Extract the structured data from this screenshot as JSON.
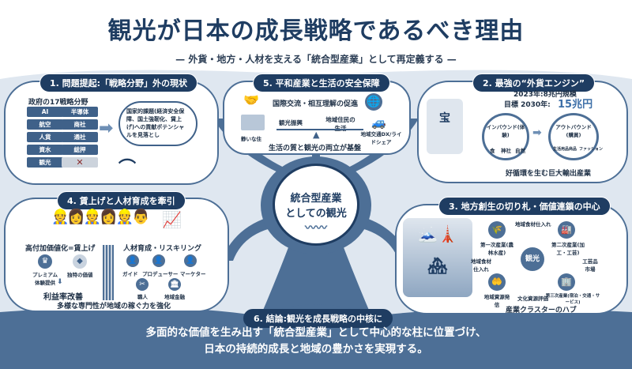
{
  "title": "観光が日本の成長戦略であるべき理由",
  "subtitle": "— 外貨・地方・人材を支える「統合型産業」として再定義する —",
  "center": {
    "line1": "統合型産業",
    "line2": "としての観光"
  },
  "panel1": {
    "header": "1. 問題提起:「戦略分野」外の現状",
    "list_title": "政府の17戦略分野",
    "tags": [
      "AI",
      "半導体",
      "航空",
      "商社",
      "人貨",
      "通社",
      "資水",
      "総押",
      "観光"
    ],
    "bubble": "国家的課題(経済安全保障、国土強靭化、賃上げ)への貢献ポテンシャルを見落とし"
  },
  "panel5": {
    "header": "5. 平和産業と生活の安全保障",
    "exchange": "国際交流・相互理解の促進",
    "left_scale": "観光振興",
    "right_scale": "地域住民の生活",
    "street": "静いな住",
    "car": "地域交通DX/ライドシェア",
    "footer": "生活の質と観光の両立が基盤"
  },
  "panel2": {
    "header": "2. 最強の“外貨エンジン”",
    "line2023": "2023年:8兆円規模",
    "target_label": "目標 2030年:",
    "target_value": "15兆円",
    "inbound": "インバウンド(体験)",
    "inbound_items": [
      "食",
      "神社",
      "自然"
    ],
    "outbound": "アウトバウンド(購買)",
    "outbound_items": [
      "生活用品",
      "商品",
      "ファッション"
    ],
    "footer": "好循環を生む巨大輸出産業",
    "ship_glyph": "宝"
  },
  "panel4": {
    "header": "4. 賃上げと人材育成を牽引",
    "left_title": "高付加価値化=賃上げ",
    "left_items": [
      "プレミアム体験提供",
      "独特の価値"
    ],
    "left_result": "利益率改善",
    "right_title": "人材育成・リスキリング",
    "roles": [
      "ガイド",
      "プロデューサー",
      "マーケター",
      "職人",
      "地域金融"
    ],
    "footer": "多様な専門性が地域の稼ぐ力を強化"
  },
  "panel3": {
    "header": "3. 地方創生の切り札・価値連鎖の中心",
    "hub": "観光",
    "nodes": [
      "第一次産業(農林水産)",
      "第二次産業(加工・工芸)",
      "地域資源発信",
      "第三次産業(宿泊・交通・サービス)"
    ],
    "links": [
      "地域食材仕入れ",
      "地域食材仕入れ",
      "工芸品市場",
      "文化資源評価"
    ],
    "footer": "産業クラスターのハブ"
  },
  "conclusion": {
    "header": "6. 結論:観光を成長戦略の中核に",
    "line1": "多面的な価値を生み出す「統合型産業」として中心的な柱に位置づけ、",
    "line2": "日本の持続的成長と地域の豊かさを実現する。"
  },
  "colors": {
    "navy": "#1f3d62",
    "blue": "#4d6f96"
  }
}
